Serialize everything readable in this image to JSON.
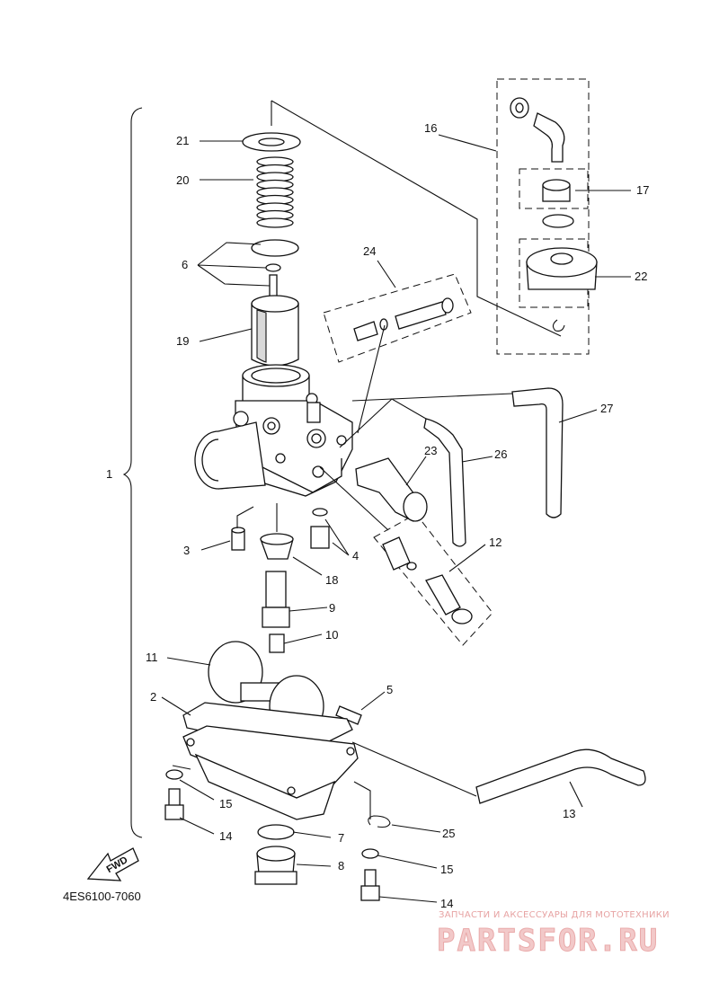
{
  "diagram": {
    "code": "4ES6100-7060",
    "fwd_label": "FWD",
    "watermark": {
      "tagline": "ЗАПЧАСТИ И АКСЕССУАРЫ ДЛЯ МОТОТЕХНИКИ",
      "brand": "PARTSFOR.RU"
    },
    "callouts": [
      "1",
      "2",
      "3",
      "4",
      "5",
      "6",
      "7",
      "8",
      "9",
      "10",
      "11",
      "12",
      "13",
      "14",
      "14",
      "15",
      "15",
      "16",
      "17",
      "18",
      "19",
      "20",
      "21",
      "22",
      "23",
      "24",
      "25",
      "26",
      "27"
    ]
  }
}
